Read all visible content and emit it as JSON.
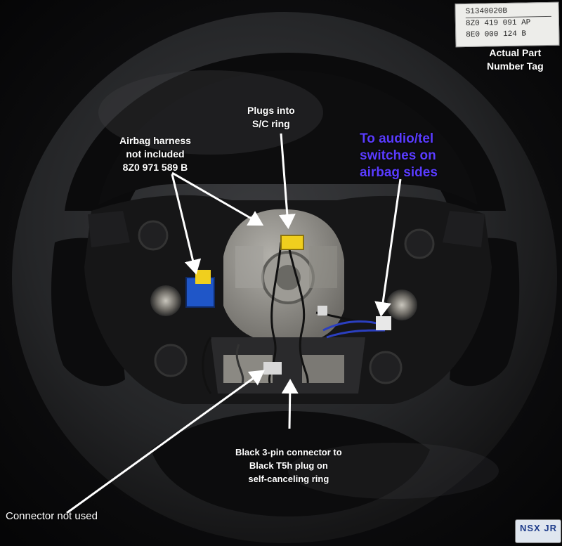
{
  "annotations": {
    "part_tag_caption": [
      "Actual Part",
      "Number Tag"
    ],
    "plugs_into": [
      "Plugs into",
      "S/C ring"
    ],
    "airbag_harness": [
      "Airbag harness",
      "not included",
      "8Z0 971 589 B"
    ],
    "audio_tel": [
      "To audio/tel",
      "switches on",
      "airbag sides"
    ],
    "black_connector": [
      "Black 3-pin connector to",
      "Black T5h plug on",
      "self-canceling ring"
    ],
    "connector_not_used": "Connector not used"
  },
  "part_tag": {
    "lines": [
      "S1340020B",
      "8Z0 419 091 AP",
      "8E0 000 124 B"
    ]
  },
  "license_plate": {
    "text": "NSX JR"
  },
  "colors": {
    "wheel_leather": "#232426",
    "hub_metal": "#8d8b86",
    "background": "#0c0c0d",
    "annotation_text": "#ffffff",
    "highlight_text": "#5a3cff",
    "arrow": "#ffffff",
    "connector_yellow": "#f0cf1e",
    "connector_blue": "#1f56c8"
  }
}
